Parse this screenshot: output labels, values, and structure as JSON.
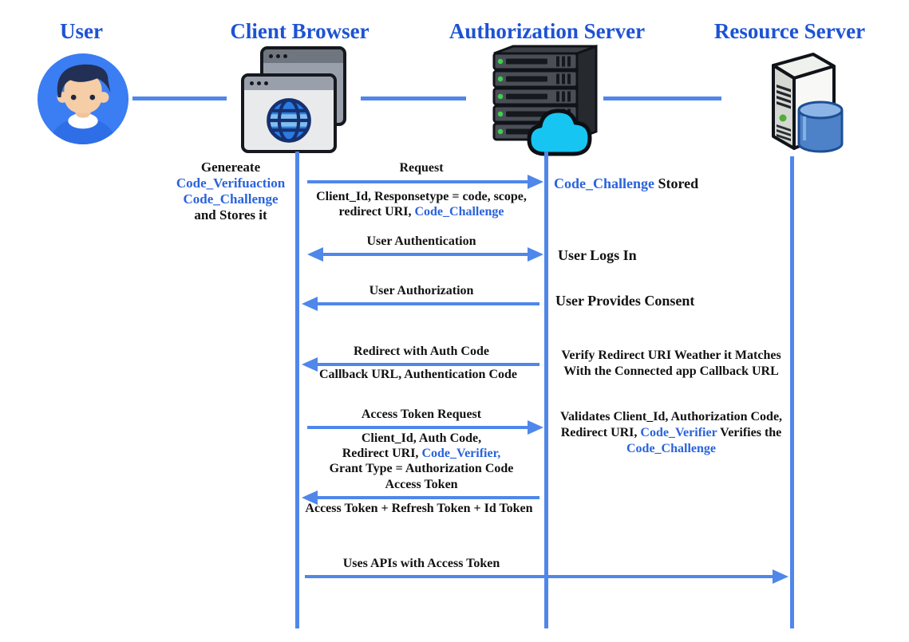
{
  "colors": {
    "actor_title_blue": "#1d53d3",
    "accent_blue": "#2a63dc",
    "arrow_blue": "#4f87ea",
    "text_black": "#121212",
    "cloud_cyan": "#17c5f2",
    "avatar_circle_blue": "#3b7df2",
    "database_blue": "#4e82c8"
  },
  "actors": {
    "user": {
      "label": "User",
      "icon": "user-avatar-icon"
    },
    "client_browser": {
      "label": "Client Browser",
      "icon": "browser-windows-icon"
    },
    "authorization_server": {
      "label": "Authorization Server",
      "icon": "server-rack-cloud-icon"
    },
    "resource_server": {
      "label": "Resource Server",
      "icon": "tower-server-database-icon"
    }
  },
  "messages": {
    "request": {
      "title": "Request",
      "direction": "right",
      "from": "client_browser",
      "to": "authorization_server",
      "param_line1": "Client_Id, Responsetype = code, scope,",
      "param_line2_prefix": "redirect URI, ",
      "param_line2_highlight": "Code_Challenge"
    },
    "user_authentication": {
      "title": "User Authentication",
      "direction": "both",
      "from": "client_browser",
      "to": "authorization_server"
    },
    "user_authorization": {
      "title": "User Authorization",
      "direction": "left",
      "from": "authorization_server",
      "to": "client_browser"
    },
    "redirect_with_auth_code": {
      "title": "Redirect with Auth Code",
      "direction": "left",
      "from": "authorization_server",
      "to": "client_browser",
      "params": "Callback URL, Authentication Code"
    },
    "access_token_request": {
      "title": "Access Token Request",
      "direction": "right",
      "from": "client_browser",
      "to": "authorization_server",
      "param_line1": "Client_Id, Auth Code,",
      "param_line2_prefix": "Redirect URI, ",
      "param_line2_highlight": "Code_Verifier,",
      "param_line3": "Grant Type = Authorization Code"
    },
    "access_token": {
      "title": "Access Token",
      "direction": "left",
      "from": "authorization_server",
      "to": "client_browser",
      "params": "Access Token + Refresh Token + Id Token"
    },
    "uses_apis": {
      "title": "Uses APIs with Access Token",
      "direction": "right",
      "from": "client_browser",
      "to": "resource_server"
    }
  },
  "annotations": {
    "client_generate": {
      "line1": "Genereate",
      "line2": "Code_Verifuaction",
      "line3": "Code_Challenge",
      "line4": "and Stores it"
    },
    "challenge_stored": {
      "highlight": "Code_Challenge",
      "text": " Stored"
    },
    "user_logs_in": {
      "text": "User Logs In"
    },
    "user_provides_consent": {
      "text": "User Provides Consent"
    },
    "verify_redirect": {
      "line1": "Verify Redirect URI Weather it Matches",
      "line2": "With the Connected app Callback URL"
    },
    "validates": {
      "line1": "Validates Client_Id, Authorization Code,",
      "line2_prefix": "Redirect URI, ",
      "line2_highlight": "Code_Verifier",
      "line2_suffix": " Verifies the",
      "line3_highlight": "Code_Challenge"
    }
  }
}
